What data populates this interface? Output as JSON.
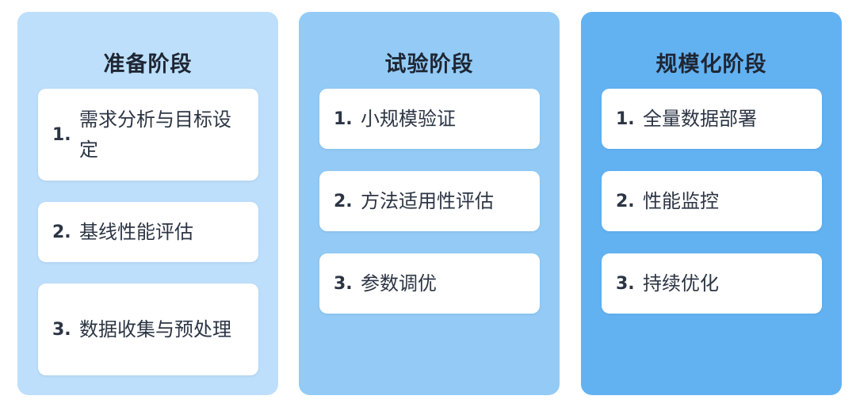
{
  "stages": [
    {
      "title": "准备阶段",
      "items": [
        {
          "num": "1.",
          "label": "需求分析与目标设定"
        },
        {
          "num": "2.",
          "label": "基线性能评估"
        },
        {
          "num": "3.",
          "label": "数据收集与预处理"
        }
      ]
    },
    {
      "title": "试验阶段",
      "items": [
        {
          "num": "1.",
          "label": "小规模验证"
        },
        {
          "num": "2.",
          "label": "方法适用性评估"
        },
        {
          "num": "3.",
          "label": "参数调优"
        }
      ]
    },
    {
      "title": "规模化阶段",
      "items": [
        {
          "num": "1.",
          "label": "全量数据部署"
        },
        {
          "num": "2.",
          "label": "性能监控"
        },
        {
          "num": "3.",
          "label": "持续优化"
        }
      ]
    }
  ],
  "colors": {
    "stage_1_bg": "#bddffb",
    "stage_2_bg": "#93cbf6",
    "stage_3_bg": "#62b2f2",
    "card_bg": "#ffffff",
    "text": "#2c3544"
  }
}
